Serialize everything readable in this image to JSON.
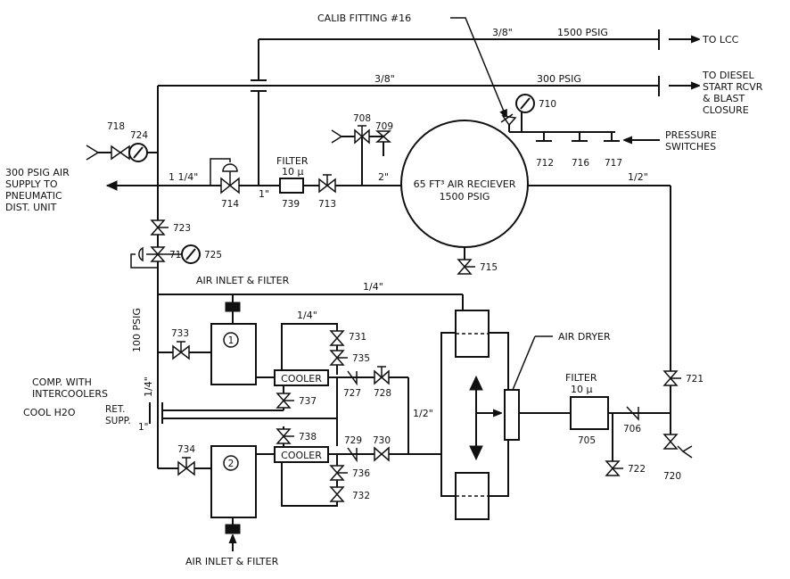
{
  "pipes": {
    "lcc_size": "3/8\"",
    "lcc_pressure": "1500 PSIG",
    "lcc_dest": "TO LCC",
    "diesel_size": "3/8\"",
    "diesel_pressure": "300 PSIG",
    "diesel_dest": [
      "TO DIESEL",
      "START RCVR",
      "& BLAST",
      "CLOSURE"
    ],
    "main_size": "1 1/4\"",
    "one_inch": "1\"",
    "two_inch": "2\"",
    "half_inch": "1/2\"",
    "quarter_inch": "1/4\"",
    "quarter_inch_b": "1/4\"",
    "quarter_inch_c": "1/4\"",
    "half_inch_b": "1/2\"",
    "psig100": "100 PSIG",
    "one_inch_b": "1\""
  },
  "labels": {
    "calib_fitting": "CALIB FITTING #16",
    "supply": [
      "300 PSIG AIR",
      "SUPPLY TO",
      "PNEUMATIC",
      "DIST. UNIT"
    ],
    "pressure_switches": [
      "PRESSURE",
      "SWITCHES"
    ],
    "air_inlet_top": "AIR INLET & FILTER",
    "air_inlet_bottom": "AIR INLET & FILTER",
    "air_dryer": "AIR DRYER",
    "comp_intercoolers": [
      "COMP. WITH",
      "INTERCOOLERS"
    ],
    "cool_h2o": "COOL H2O",
    "ret": "RET.",
    "supp": "SUPP.",
    "filter_main": [
      "FILTER",
      "10 μ"
    ],
    "filter_dryer": [
      "FILTER",
      "10 μ"
    ]
  },
  "receiver": {
    "line1": "65 FT³ AIR RECIEVER",
    "line2": "1500 PSIG"
  },
  "boxes": {
    "cooler_top": "COOLER",
    "cooler_bottom": "COOLER",
    "compressor_1": "1",
    "compressor_2": "2"
  },
  "tags": {
    "t718": "718",
    "t724": "724",
    "t714": "714",
    "t739": "739",
    "t713": "713",
    "t708": "708",
    "t709": "709",
    "t710": "710",
    "t712": "712",
    "t716": "716",
    "t717": "717",
    "t715": "715",
    "t723": "723",
    "t719": "719",
    "t725": "725",
    "t733": "733",
    "t731": "731",
    "t735": "735",
    "t737": "737",
    "t727": "727",
    "t728": "728",
    "t734": "734",
    "t738": "738",
    "t729": "729",
    "t730": "730",
    "t736": "736",
    "t732": "732",
    "t705": "705",
    "t706": "706",
    "t722": "722",
    "t721": "721",
    "t720": "720"
  }
}
